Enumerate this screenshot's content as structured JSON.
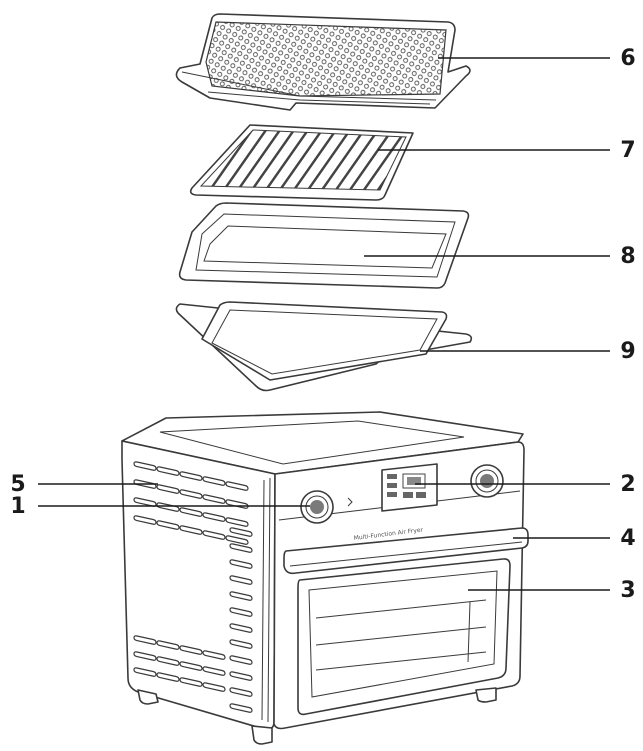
{
  "diagram": {
    "callouts": [
      {
        "id": "6",
        "label": "6"
      },
      {
        "id": "7",
        "label": "7"
      },
      {
        "id": "8",
        "label": "8"
      },
      {
        "id": "9",
        "label": "9"
      },
      {
        "id": "5",
        "label": "5"
      },
      {
        "id": "2",
        "label": "2"
      },
      {
        "id": "1",
        "label": "1"
      },
      {
        "id": "4",
        "label": "4"
      },
      {
        "id": "3",
        "label": "3"
      }
    ],
    "brand_text": "Multi-Function Air Fryer",
    "colors": {
      "line": "#3a3a3a",
      "text": "#1a1a1a",
      "background": "#ffffff"
    }
  }
}
